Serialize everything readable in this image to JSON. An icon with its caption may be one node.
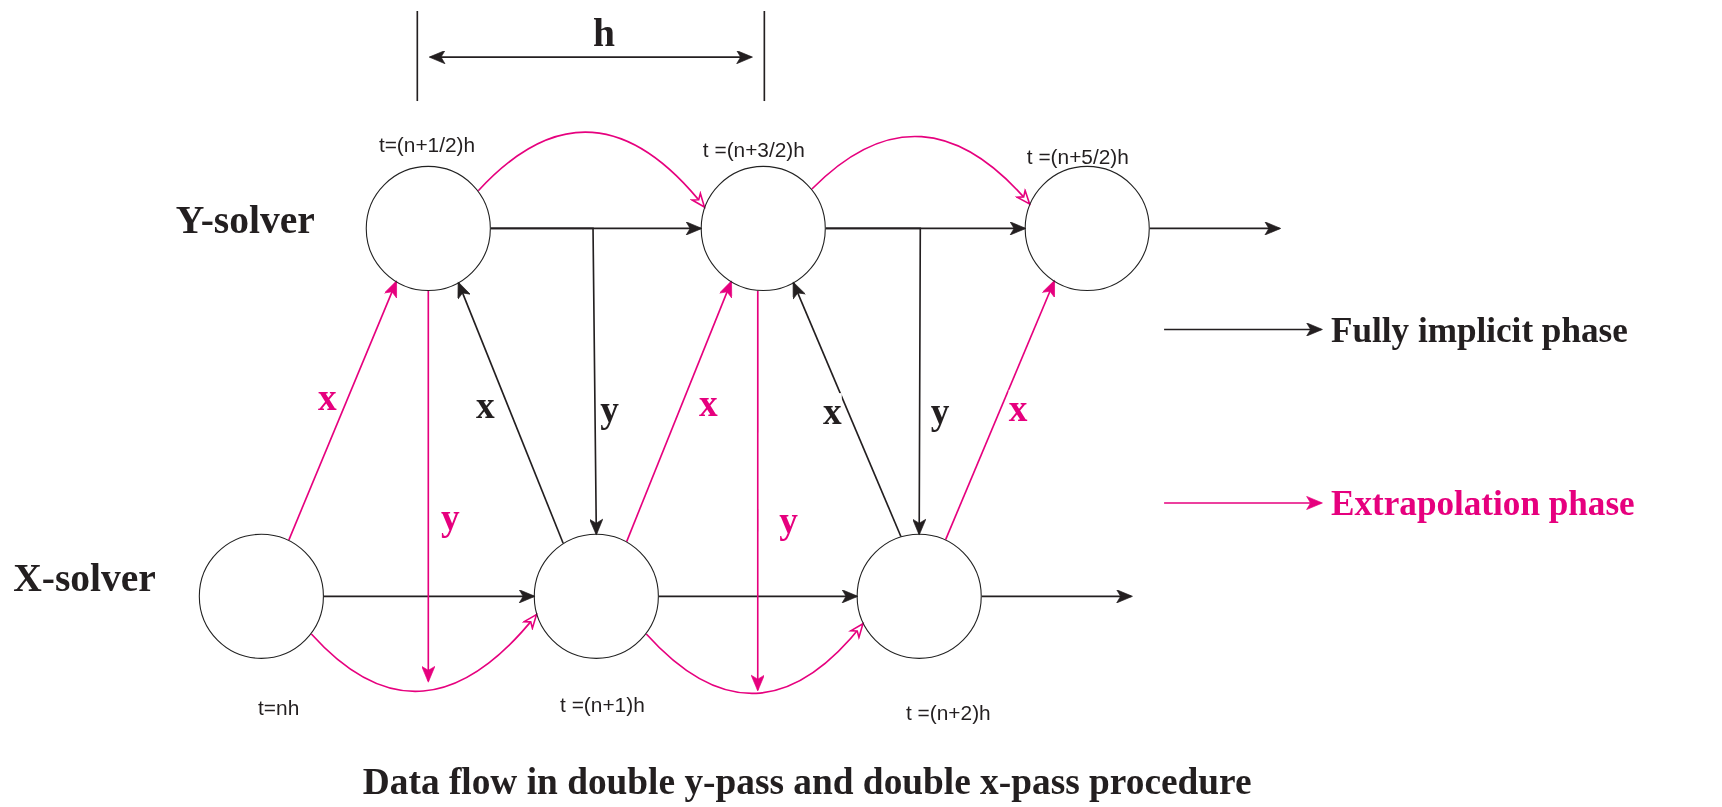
{
  "diagram": {
    "caption": "Data flow in double y-pass and double x-pass procedure",
    "nodes": [
      {
        "text": [],
        "shape": "circle",
        "beside": [
          "t=(n+1/2)h"
        ]
      },
      {
        "text": [],
        "shape": "circle",
        "beside": [
          "t =(n+3/2)h"
        ]
      },
      {
        "text": [],
        "shape": "circle",
        "beside": [
          "t =(n+5/2)h"
        ]
      },
      {
        "text": [],
        "shape": "circle",
        "beside": [
          "t=nh"
        ]
      },
      {
        "text": [],
        "shape": "circle",
        "beside": [
          "t =(n+1)h"
        ]
      },
      {
        "text": [],
        "shape": "circle",
        "beside": [
          "t =(n+2)h"
        ]
      }
    ],
    "edges": [
      {
        "from": 3,
        "to": 4,
        "arrow": "to"
      },
      {
        "from": 4,
        "to": 5,
        "arrow": "to"
      },
      {
        "from": 5,
        "to": null,
        "arrow": "to"
      },
      {
        "from": 0,
        "to": 1,
        "arrow": "to"
      },
      {
        "from": 1,
        "to": 2,
        "arrow": "to"
      },
      {
        "from": 2,
        "to": null,
        "arrow": "to"
      },
      {
        "from": 0,
        "to": 4,
        "arrow": "to",
        "label": "y"
      },
      {
        "from": 1,
        "to": 5,
        "arrow": "to",
        "label": "y"
      },
      {
        "from": 4,
        "to": 0,
        "arrow": "to",
        "label": "x"
      },
      {
        "from": 5,
        "to": 1,
        "arrow": "to",
        "label": "x"
      },
      {
        "from": 3,
        "to": 0,
        "arrow": "to",
        "label": "x",
        "color": "#e6007e"
      },
      {
        "from": 4,
        "to": 1,
        "arrow": "to",
        "label": "x",
        "color": "#e6007e"
      },
      {
        "from": 5,
        "to": 2,
        "arrow": "to",
        "label": "x",
        "color": "#e6007e"
      },
      {
        "from": 0,
        "to": 1,
        "arrow": "to",
        "color": "#e6007e"
      },
      {
        "from": 1,
        "to": 2,
        "arrow": "to",
        "color": "#e6007e"
      },
      {
        "from": 3,
        "to": 4,
        "arrow": "to",
        "color": "#e6007e"
      },
      {
        "from": 4,
        "to": 5,
        "arrow": "to",
        "color": "#e6007e"
      },
      {
        "from": 0,
        "to": null,
        "arrow": "to",
        "label": "y",
        "color": "#e6007e"
      },
      {
        "from": 1,
        "to": null,
        "arrow": "to",
        "label": "y",
        "color": "#e6007e"
      }
    ],
    "labels": [
      "h",
      "Y-solver",
      "X-solver"
    ],
    "legend": [
      {
        "text": "Fully implicit phase"
      },
      {
        "text": "Extrapolation phase"
      }
    ]
  }
}
